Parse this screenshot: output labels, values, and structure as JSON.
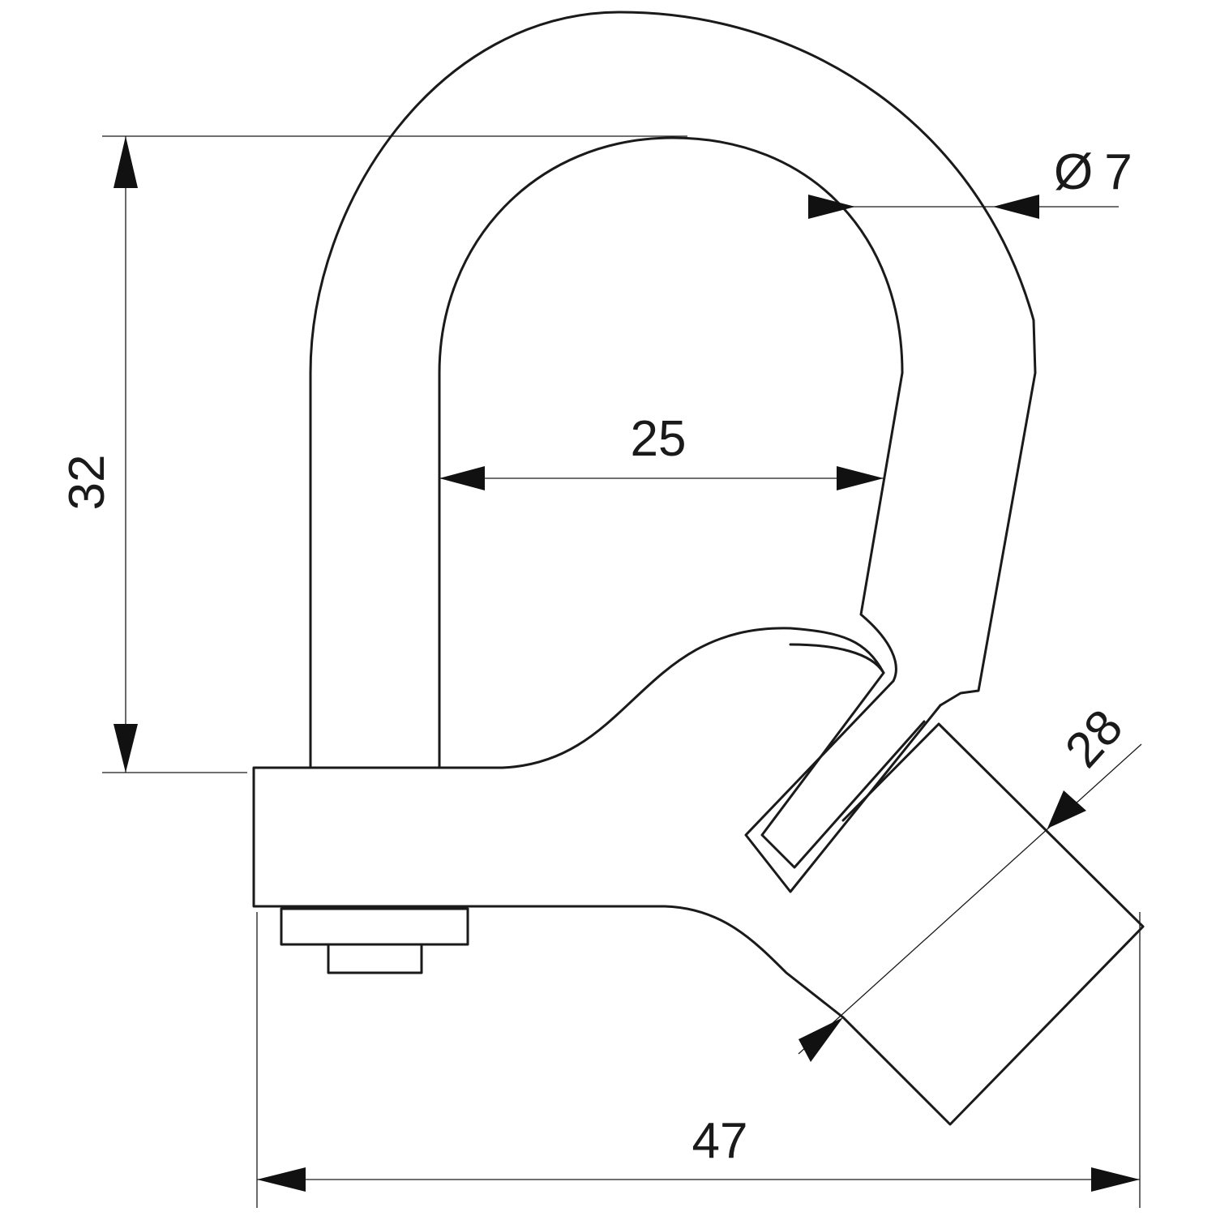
{
  "dimensions": {
    "height_label": "32",
    "opening_label": "25",
    "diameter_symbol": "Ø",
    "diameter_value": "7",
    "width_label": "47",
    "head_label": "28"
  },
  "colors": {
    "line": "#1a1a1a",
    "background": "#ffffff"
  }
}
